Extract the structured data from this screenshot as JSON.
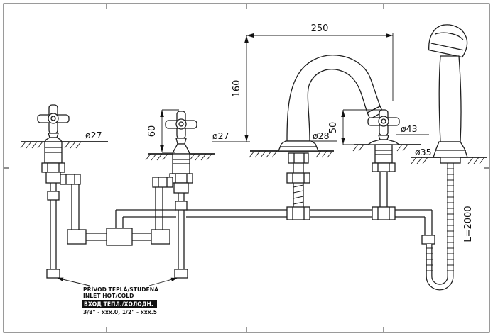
{
  "drawing": {
    "type": "technical installation diagram",
    "subject": "4-hole deck-mounted bathtub mixer with hand shower"
  },
  "dimensions": {
    "spout_reach": "250",
    "spout_height": "160",
    "valve2_height": "60",
    "valve3_height": "50",
    "valve1_dia": "ø27",
    "valve2_dia": "ø27",
    "spout_dia": "ø28",
    "valve3_dia": "ø43",
    "holder_dia": "ø35",
    "hose_length": "L=2000"
  },
  "annotation": {
    "line1": "PŘÍVOD TEPLÁ/STUDENÁ",
    "line2": "INLET HOT/COLD",
    "line3": "ВХОД ТЕПЛ./ХОЛОДН.",
    "line4": "3/8\" - xxx.0,  1/2\" - xxx.5"
  },
  "colors": {
    "line": "#1f1f1f",
    "background": "#ffffff",
    "highlight_bg": "#111111",
    "highlight_text": "#ffffff"
  }
}
